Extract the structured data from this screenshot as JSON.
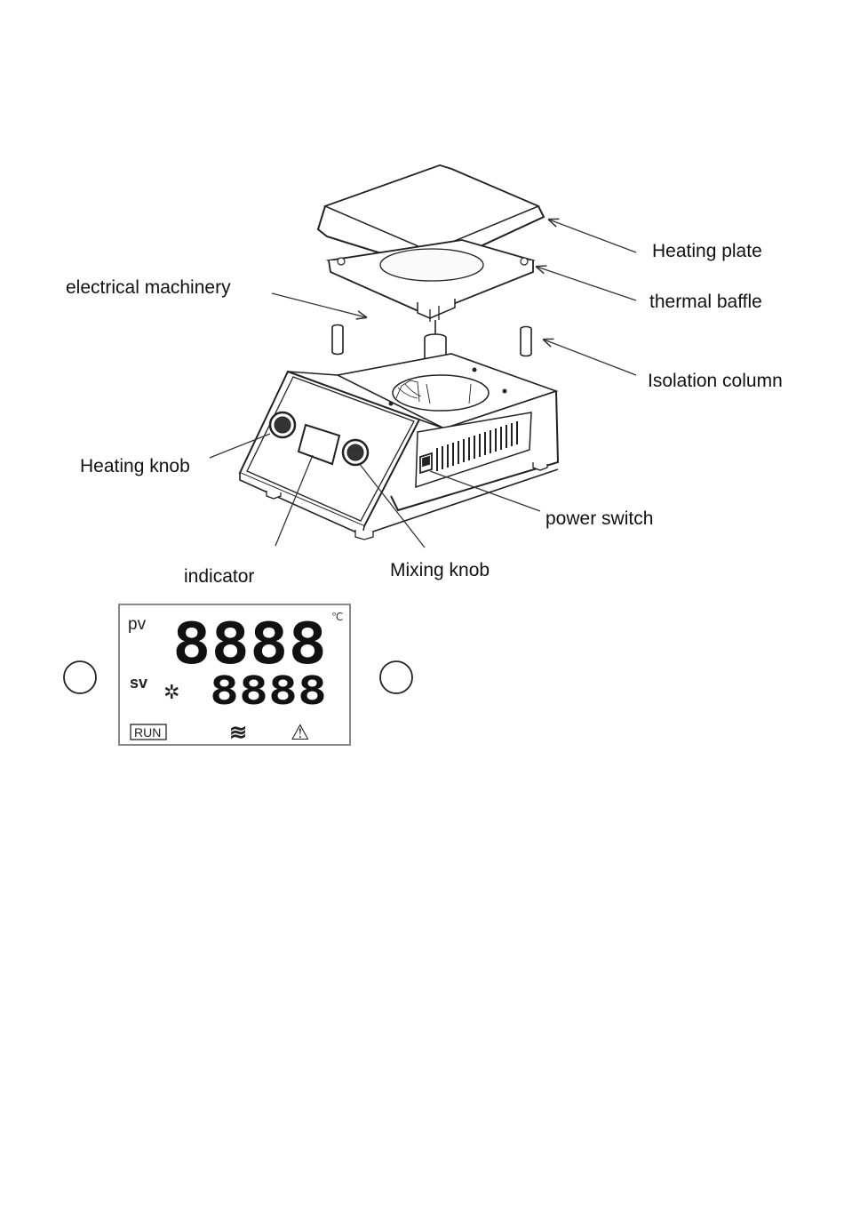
{
  "labels": {
    "heating_plate": "Heating plate",
    "thermal_baffle": "thermal baffle",
    "electrical_machinery": "electrical machinery",
    "isolation_column": "Isolation column",
    "heating_knob": "Heating knob",
    "power_switch": "power switch",
    "indicator": "indicator",
    "mixing_knob": "Mixing knob"
  },
  "display": {
    "pv_label": "pv",
    "sv_label": "sv",
    "pv_value": "8888",
    "sv_value": "8888",
    "unit": "℃",
    "fan_symbol": "✲",
    "run_label": "RUN",
    "heat_symbol": "≋",
    "warning_symbol": "⚠"
  }
}
